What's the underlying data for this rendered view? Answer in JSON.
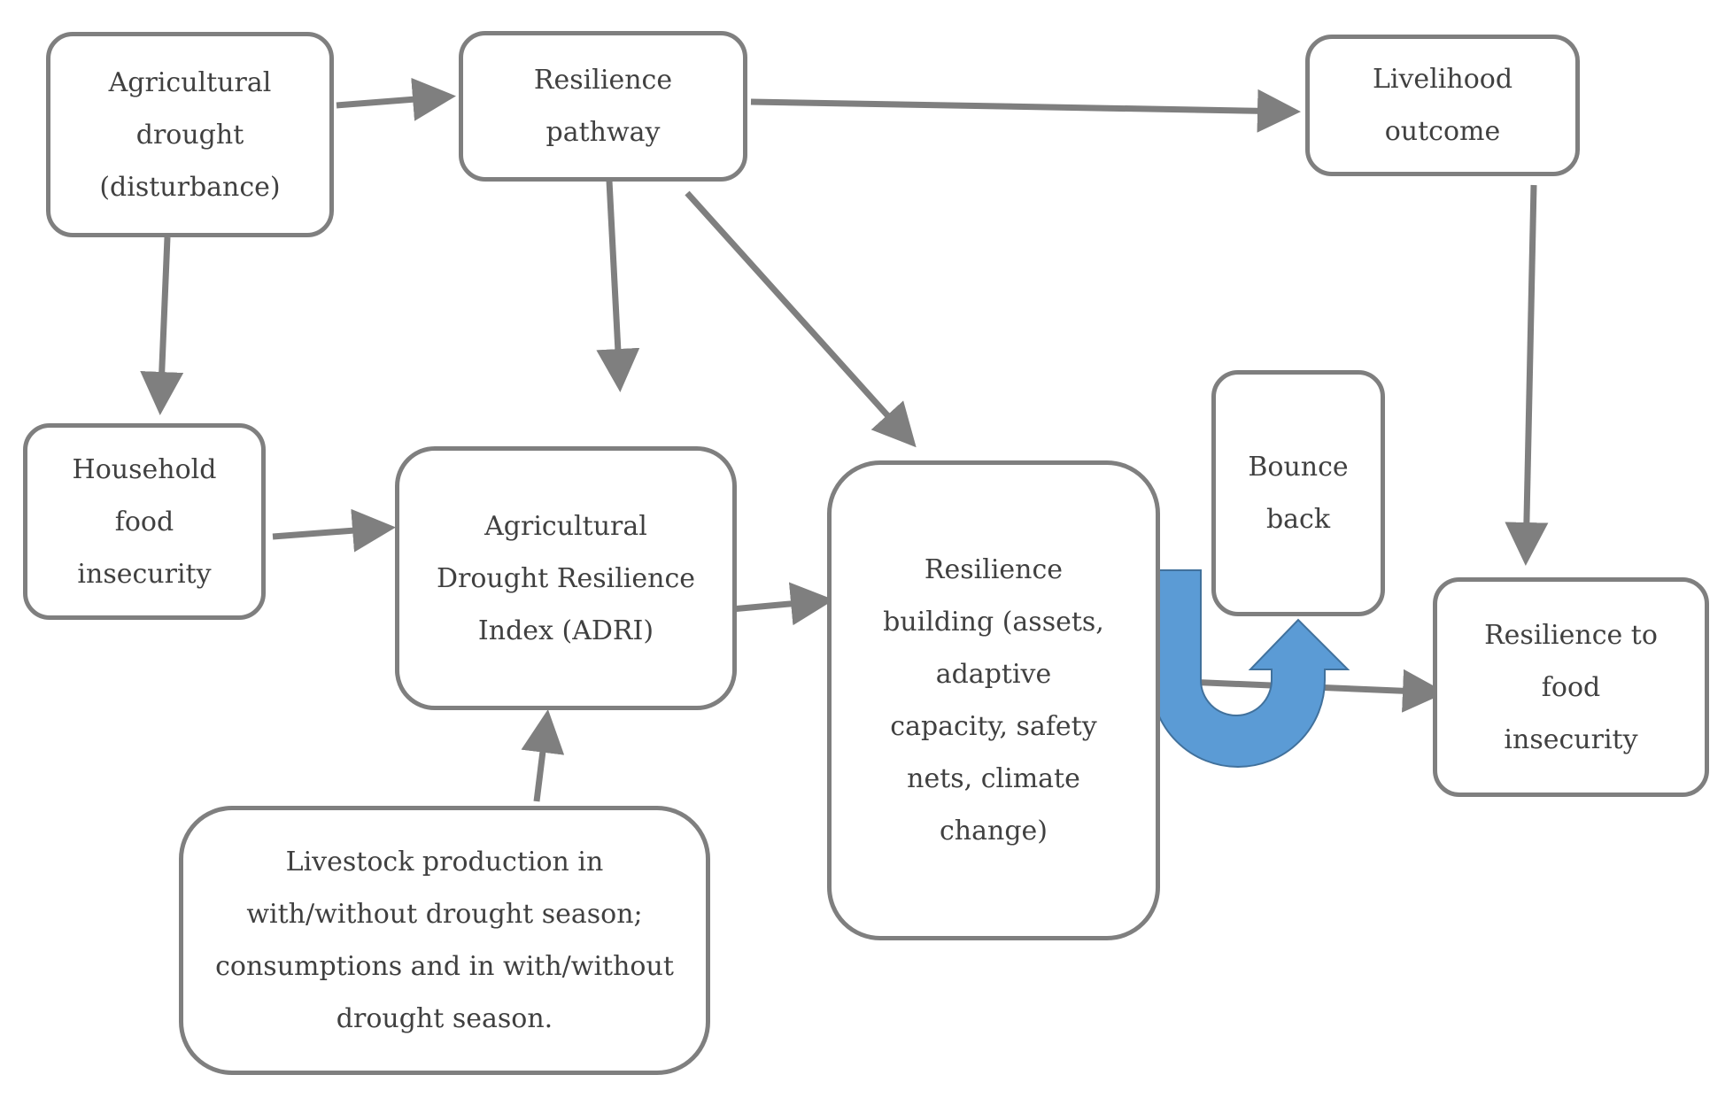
{
  "colors": {
    "border": "#7f7f7f",
    "text": "#404040",
    "arrow": "#7f7f7f",
    "uturn": "#5b9bd5",
    "uturn_outline": "#41719c"
  },
  "nodes": {
    "ag_drought": "Agricultural\ndrought\n(disturbance)",
    "res_pathway": "Resilience\npathway",
    "livelihood": "Livelihood\noutcome",
    "hh_food": "Household\nfood\ninsecurity",
    "adri": "Agricultural\nDrought Resilience\nIndex (ADRI)",
    "res_building": "Resilience\nbuilding (assets,\nadaptive\ncapacity, safety\nnets, climate\nchange)",
    "bounce": "Bounce\nback",
    "res_food": "Resilience to\nfood\ninsecurity",
    "livestock": "Livestock production in\nwith/without drought season;\nconsumptions and in with/without\ndrought season."
  },
  "edges": [
    {
      "from": "ag_drought",
      "to": "res_pathway"
    },
    {
      "from": "res_pathway",
      "to": "livelihood"
    },
    {
      "from": "ag_drought",
      "to": "hh_food"
    },
    {
      "from": "res_pathway",
      "to": "adri"
    },
    {
      "from": "res_pathway",
      "to": "res_building"
    },
    {
      "from": "livelihood",
      "to": "res_food"
    },
    {
      "from": "hh_food",
      "to": "adri"
    },
    {
      "from": "adri",
      "to": "res_building"
    },
    {
      "from": "livestock",
      "to": "adri"
    },
    {
      "from": "res_building",
      "to": "res_food"
    }
  ],
  "uturn_icon": "u-turn-up-arrow-icon"
}
